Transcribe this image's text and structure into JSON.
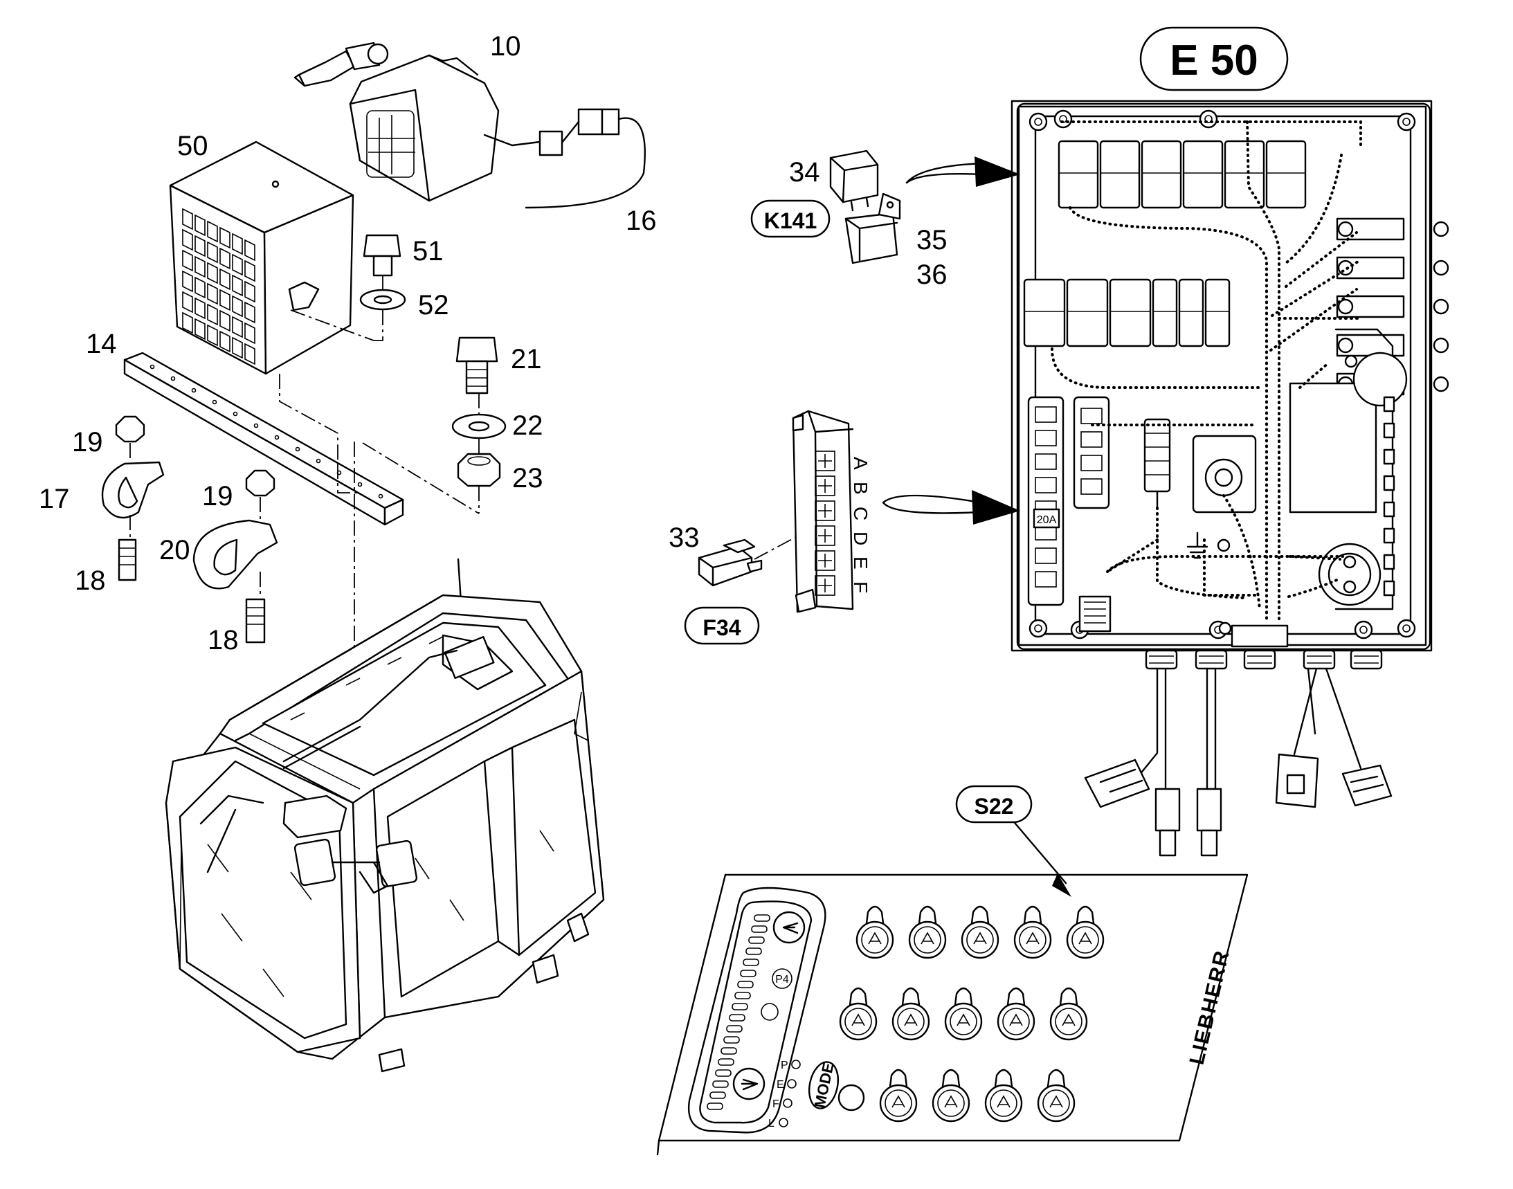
{
  "title_badge": "E 50",
  "part_numbers": {
    "p10": "10",
    "p16": "16",
    "p50": "50",
    "p51": "51",
    "p52": "52",
    "p14": "14",
    "p21": "21",
    "p22": "22",
    "p23": "23",
    "p19a": "19",
    "p17": "17",
    "p18a": "18",
    "p19b": "19",
    "p20": "20",
    "p18b": "18",
    "p34": "34",
    "p35": "35",
    "p36": "36",
    "p33": "33"
  },
  "component_badges": {
    "k141": "K141",
    "f34": "F34",
    "s22": "S22"
  },
  "fuse_rating": "20A",
  "fuse_holder_letters": [
    "A",
    "B",
    "C",
    "D",
    "E",
    "F"
  ],
  "panel_brand": "LIEBHERR",
  "panel_mode_label": "MODE",
  "panel_p4_label": "P4",
  "panel_mode_positions": [
    "P",
    "E",
    "F",
    "L"
  ],
  "icons": {
    "lamp": "work-lamp-icon",
    "guard": "lamp-guard-icon",
    "bulb": "halogen-bulb-icon",
    "relay": "relay-icon",
    "fuse": "blade-fuse-icon",
    "cab": "operator-cab-icon",
    "box": "electrical-box-icon",
    "panel": "switch-panel-icon"
  }
}
